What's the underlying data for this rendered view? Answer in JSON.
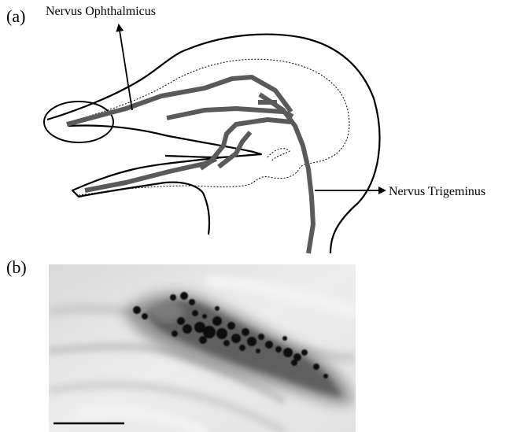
{
  "panel_a": {
    "label": "(a)",
    "nerve_ophthalmicus": "Nervus Ophthalmicus",
    "nerve_trigeminus": "Nervus Trigeminus"
  },
  "panel_b": {
    "label": "(b)"
  },
  "colors": {
    "outline": "#000000",
    "nerve": "#5a5a5a",
    "arrow": "#000000",
    "micro_bg": "#e6e6e6",
    "stain": "#101010",
    "scale_bar": "#000000"
  },
  "icons": {
    "ophthalmicus_arrow": "arrow-up-icon",
    "trigeminus_arrow": "arrow-right-icon"
  }
}
